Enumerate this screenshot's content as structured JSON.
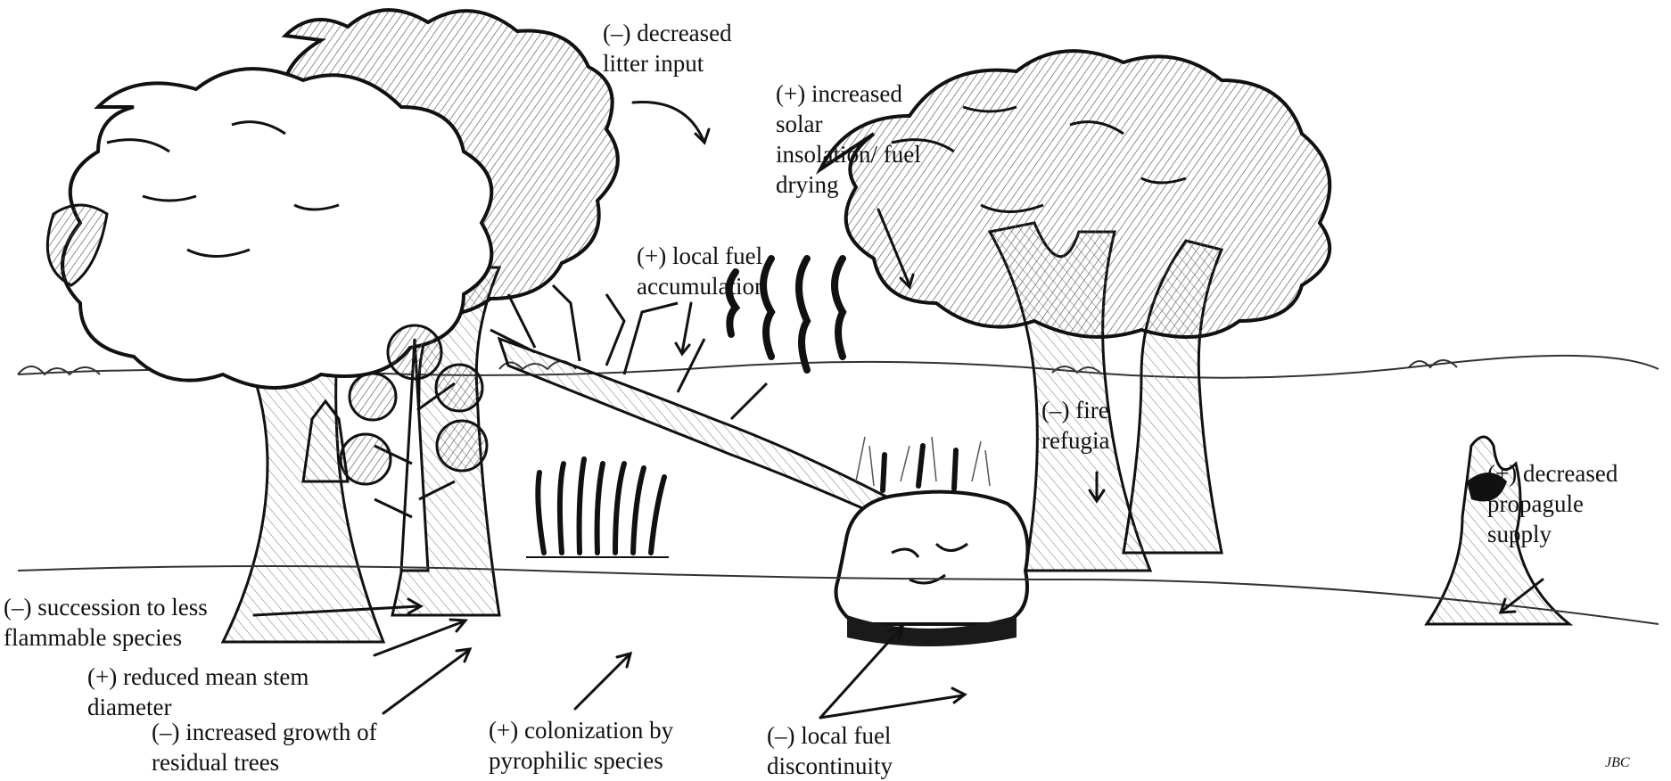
{
  "colors": {
    "ink": "#111111",
    "paper": "#ffffff",
    "hatch": "#555555",
    "shadow": "#1a1a1a"
  },
  "labels": {
    "litter": [
      "(–) decreased",
      "litter input"
    ],
    "solar": [
      "(+) increased",
      "solar",
      "insolation/ fuel",
      "drying"
    ],
    "fuel_accum": [
      "(+) local fuel",
      "accumulation"
    ],
    "refugia": [
      "(–) fire",
      "refugia"
    ],
    "propagule": [
      "(+) decreased",
      "propagule",
      "supply"
    ],
    "succession": [
      "(–) succession to less",
      "flammable species"
    ],
    "stem": [
      "(+) reduced mean stem",
      "diameter"
    ],
    "growth": [
      "(–) increased growth of",
      "residual trees"
    ],
    "colonization": [
      "(+) colonization by",
      "pyrophilic species"
    ],
    "discontinuity": [
      "(–) local fuel",
      "discontinuity"
    ]
  },
  "signature": "JBC"
}
